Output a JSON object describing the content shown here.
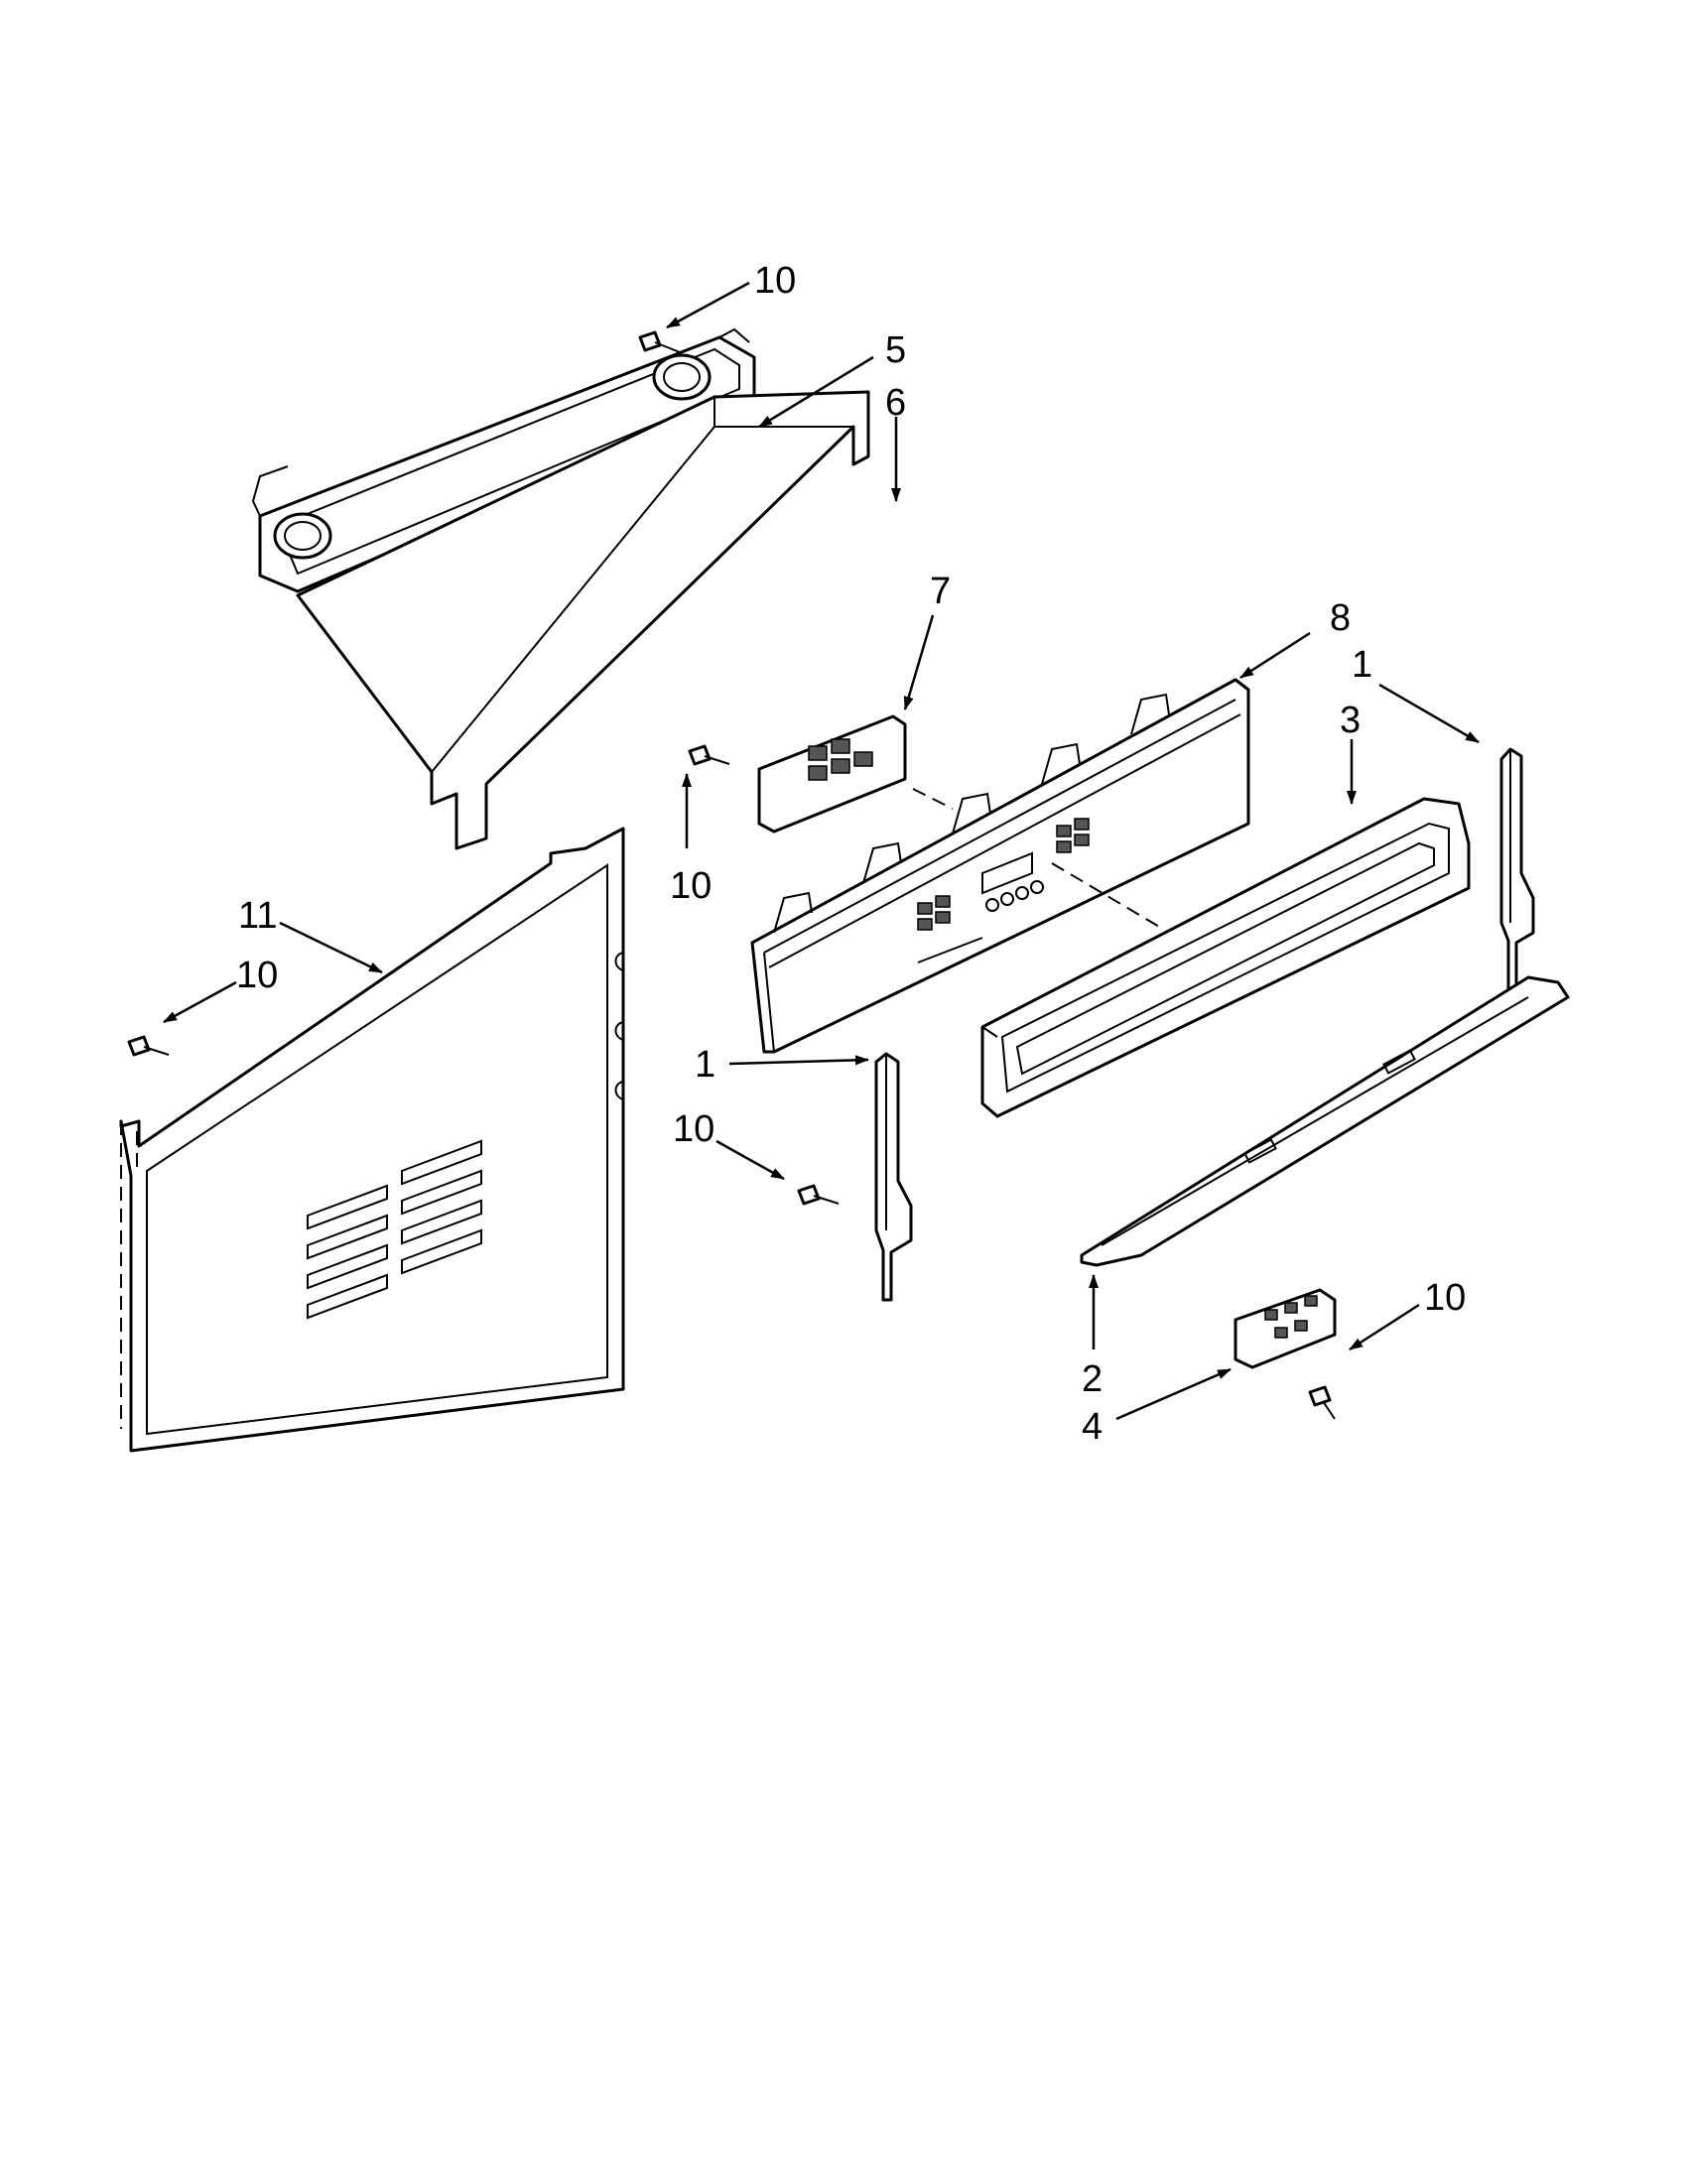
{
  "callouts": {
    "c10_top": "10",
    "c5": "5",
    "c6": "6",
    "c7": "7",
    "c8": "8",
    "c1_right": "1",
    "c3": "3",
    "c10_mid": "10",
    "c11": "11",
    "c10_left": "10",
    "c1_left": "1",
    "c10_lowleft": "10",
    "c10_right": "10",
    "c2": "2",
    "c4": "4"
  }
}
